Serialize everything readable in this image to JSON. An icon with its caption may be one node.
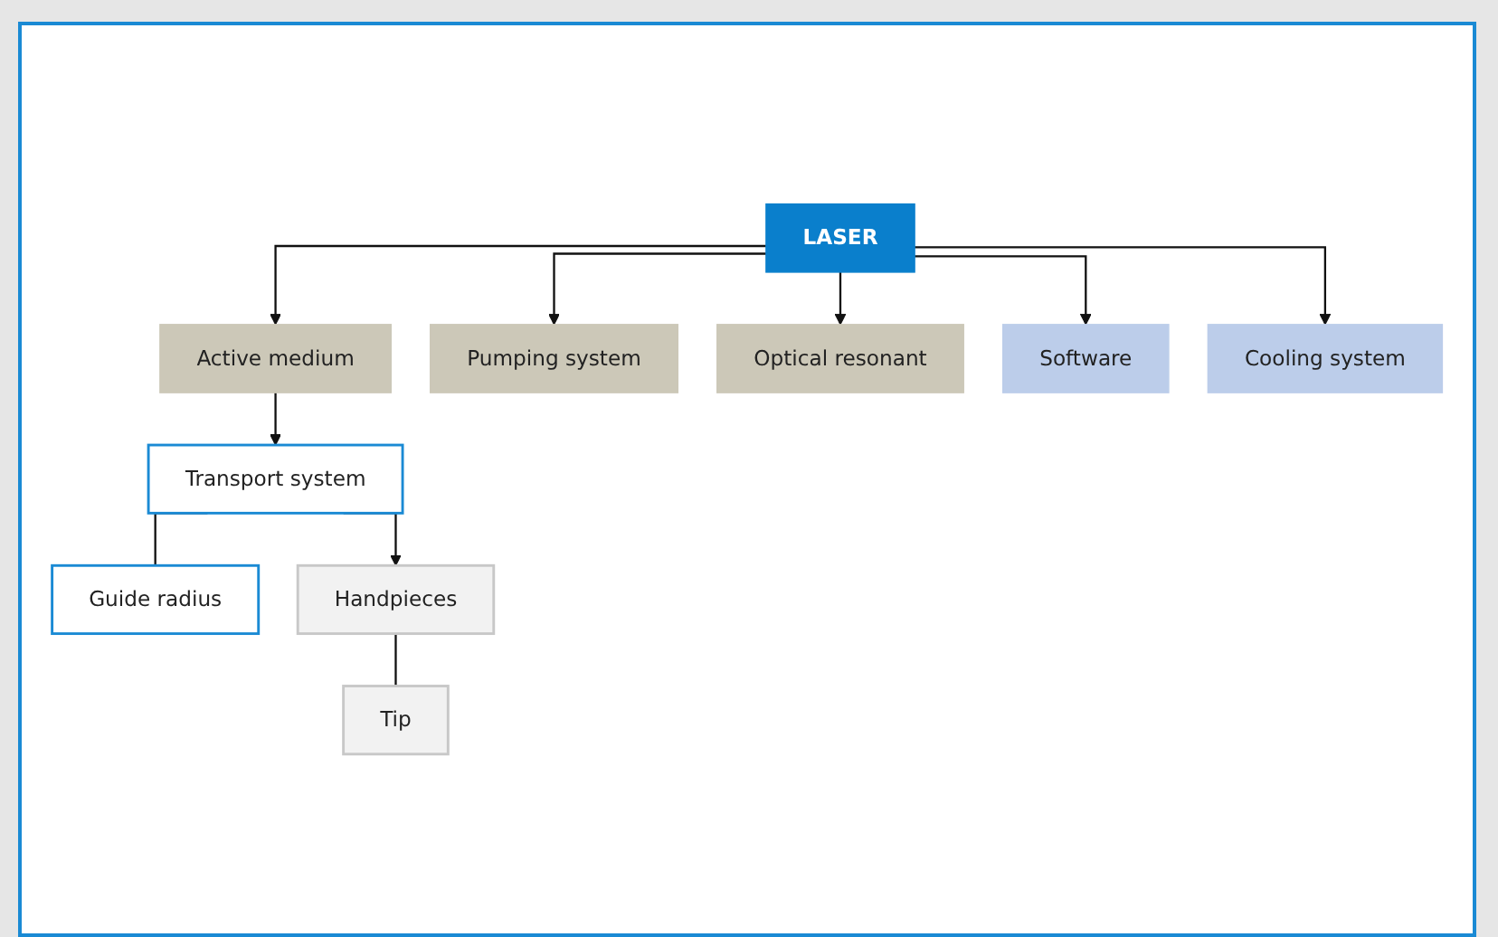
{
  "diagram": {
    "nodes": [
      {
        "text": [
          "LASER"
        ]
      },
      {
        "text": [
          "Active medium"
        ]
      },
      {
        "text": [
          "Pumping system"
        ]
      },
      {
        "text": [
          "Optical resonant"
        ]
      },
      {
        "text": [
          "Software"
        ]
      },
      {
        "text": [
          "Cooling system"
        ]
      },
      {
        "text": [
          "Transport system"
        ]
      },
      {
        "text": [
          "Guide radius"
        ]
      },
      {
        "text": [
          "Handpieces"
        ]
      },
      {
        "text": [
          "Tip"
        ]
      }
    ],
    "edges": [
      {
        "from": 0,
        "to": 1,
        "arrow": "to"
      },
      {
        "from": 0,
        "to": 2,
        "arrow": "to"
      },
      {
        "from": 0,
        "to": 3,
        "arrow": "to"
      },
      {
        "from": 0,
        "to": 4,
        "arrow": "to"
      },
      {
        "from": 0,
        "to": 5,
        "arrow": "to"
      },
      {
        "from": 1,
        "to": 6,
        "arrow": "to"
      },
      {
        "from": 6,
        "to": 7,
        "arrow": "none"
      },
      {
        "from": 6,
        "to": 8,
        "arrow": "to"
      },
      {
        "from": 8,
        "to": 9,
        "arrow": "none"
      }
    ]
  }
}
